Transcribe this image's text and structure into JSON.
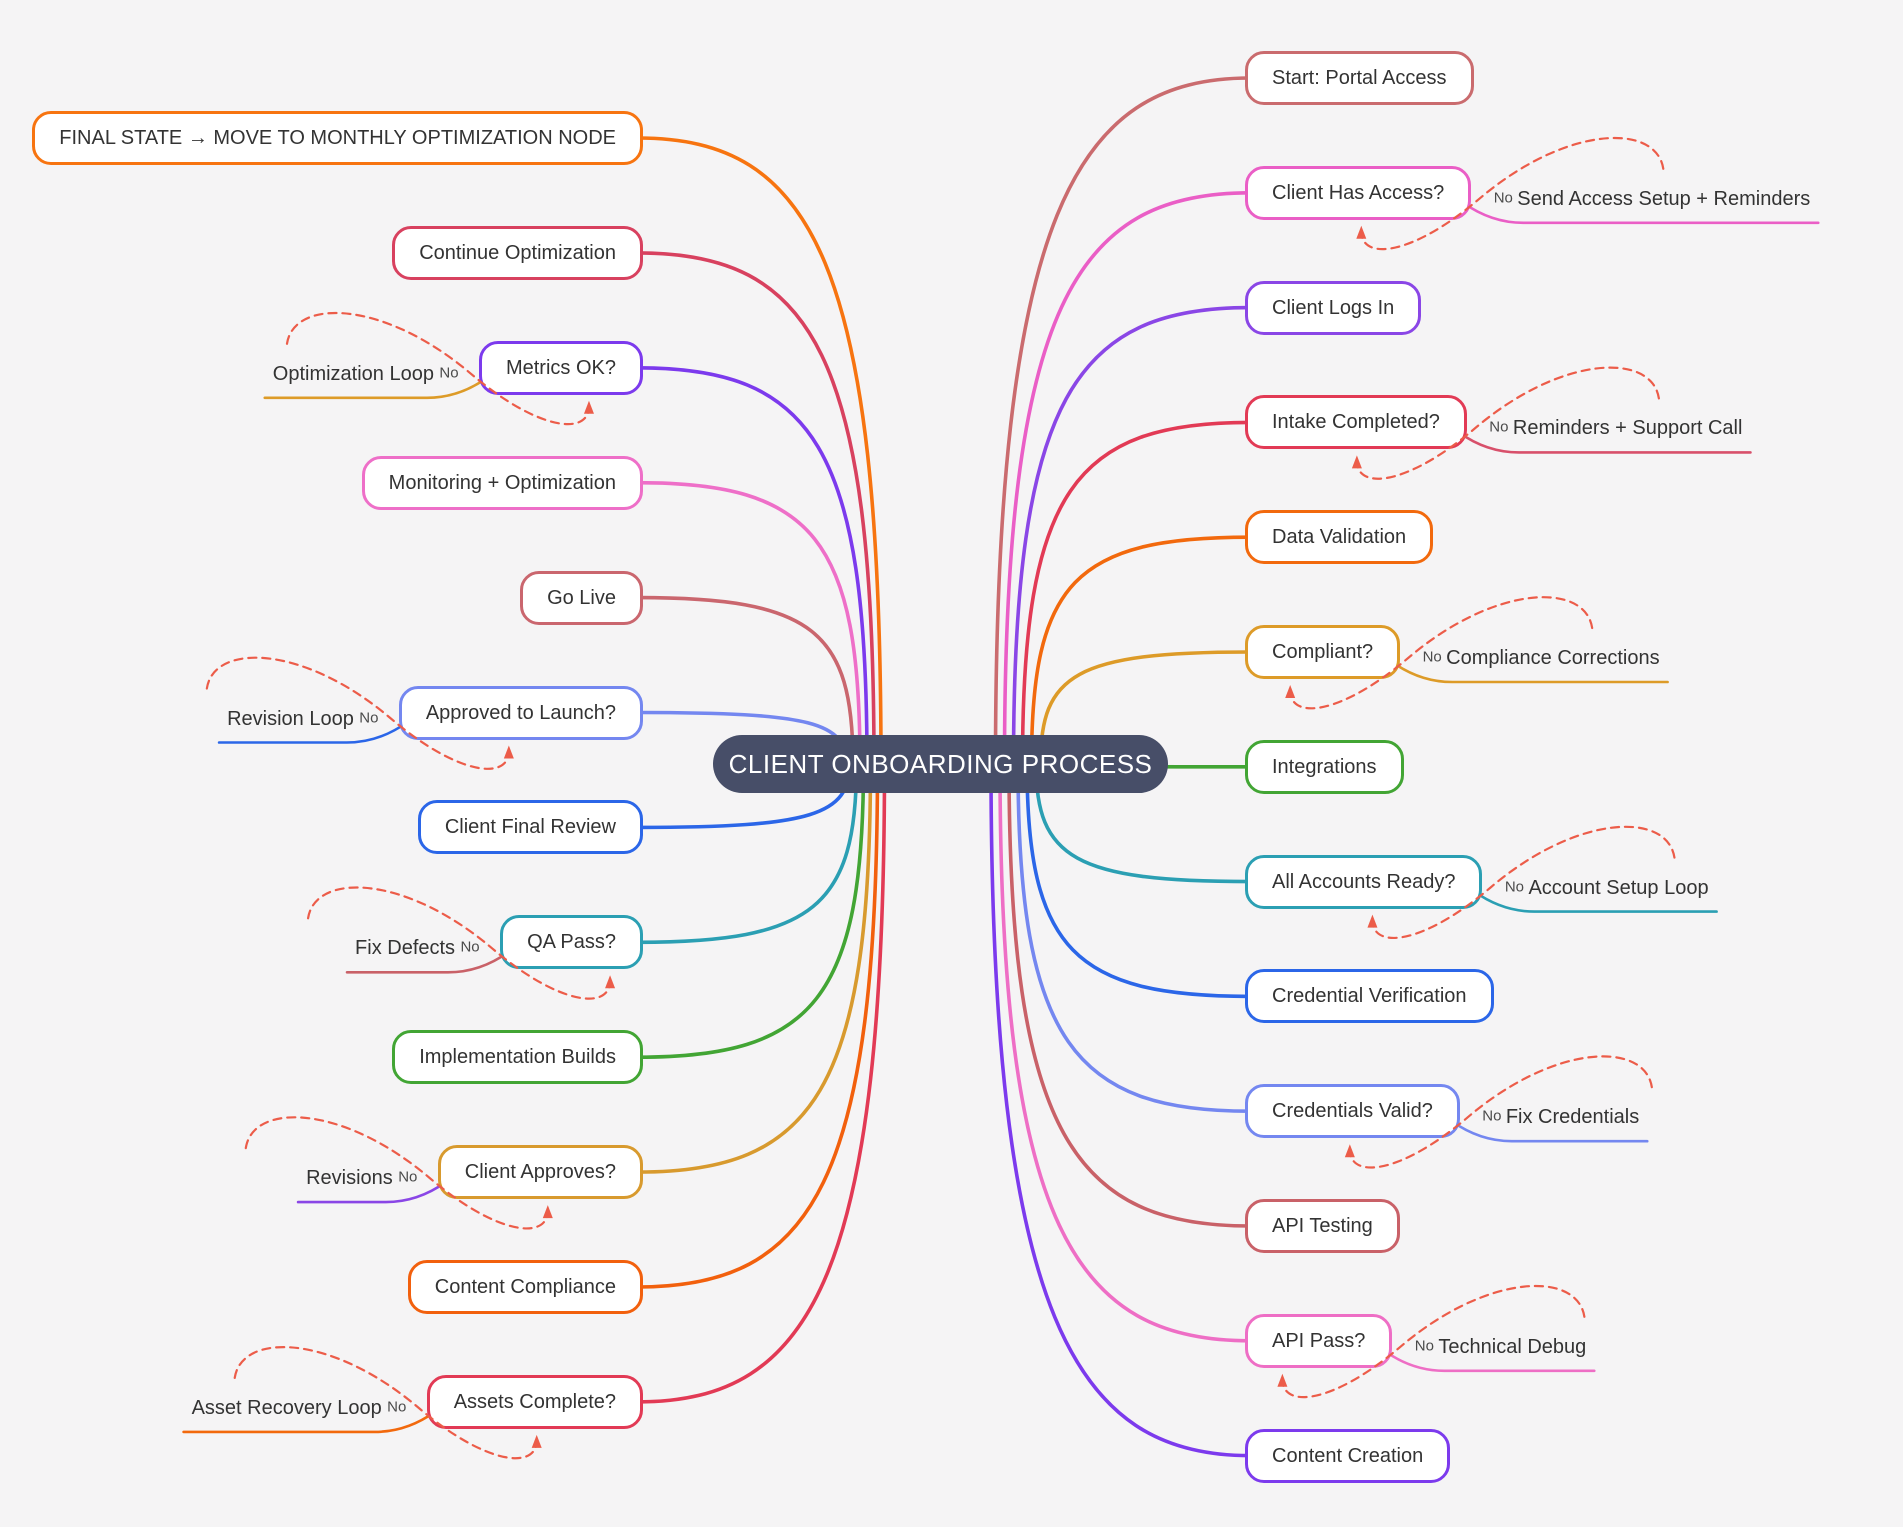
{
  "title": "CLIENT ONBOARDING PROCESS",
  "background": "#f5f4f5",
  "center": {
    "bg": "#474e68",
    "text_color": "#ffffff"
  },
  "no_text": "No",
  "loop_color": "#ec5c49",
  "right_branch": [
    {
      "label": "Start: Portal Access",
      "color": "#ca6b6e"
    },
    {
      "label": "Client Has Access?",
      "color": "#ea5ec6",
      "no_branch": {
        "label": "Send Access Setup + Reminders",
        "color": "#ea5ec6"
      }
    },
    {
      "label": "Client Logs In",
      "color": "#8a46e6"
    },
    {
      "label": "Intake Completed?",
      "color": "#e23a55",
      "no_branch": {
        "label": "Reminders + Support Call",
        "color": "#d8506b"
      }
    },
    {
      "label": "Data Validation",
      "color": "#f2690d"
    },
    {
      "label": "Compliant?",
      "color": "#dd9b28",
      "no_branch": {
        "label": "Compliance Corrections",
        "color": "#dd9b28"
      }
    },
    {
      "label": "Integrations",
      "color": "#42a534"
    },
    {
      "label": "All Accounts Ready?",
      "color": "#2b9fb3",
      "no_branch": {
        "label": "Account Setup Loop",
        "color": "#2b9fb3"
      }
    },
    {
      "label": "Credential Verification",
      "color": "#2b66e8"
    },
    {
      "label": "Credentials Valid?",
      "color": "#7487f0",
      "no_branch": {
        "label": "Fix Credentials",
        "color": "#7487f0"
      }
    },
    {
      "label": "API Testing",
      "color": "#c96168"
    },
    {
      "label": "API Pass?",
      "color": "#ee6ec5",
      "no_branch": {
        "label": "Technical Debug",
        "color": "#ee6ec5"
      }
    },
    {
      "label": "Content Creation",
      "color": "#7c3aed"
    }
  ],
  "left_branch": [
    {
      "label": "FINAL STATE → MOVE TO MONTHLY OPTIMIZATION NODE",
      "color": "#f77410"
    },
    {
      "label": "Continue Optimization",
      "color": "#d8415f"
    },
    {
      "label": "Metrics OK?",
      "color": "#7c3aed",
      "no_branch": {
        "label": "Optimization Loop",
        "color": "#dd9b28"
      }
    },
    {
      "label": "Monitoring + Optimization",
      "color": "#ee6fc8"
    },
    {
      "label": "Go Live",
      "color": "#ca666e"
    },
    {
      "label": "Approved to Launch?",
      "color": "#7487f0",
      "no_branch": {
        "label": "Revision Loop",
        "color": "#2b66e8"
      }
    },
    {
      "label": "Client Final Review",
      "color": "#2b66e8"
    },
    {
      "label": "QA Pass?",
      "color": "#2b9fb3",
      "no_branch": {
        "label": "Fix Defects",
        "color": "#c96168"
      }
    },
    {
      "label": "Implementation Builds",
      "color": "#42a534"
    },
    {
      "label": "Client Approves?",
      "color": "#d89a2e",
      "no_branch": {
        "label": "Revisions",
        "color": "#8a46e6"
      }
    },
    {
      "label": "Content Compliance",
      "color": "#f2600d"
    },
    {
      "label": "Assets Complete?",
      "color": "#e23a55",
      "no_branch": {
        "label": "Asset Recovery Loop",
        "color": "#f2690d"
      }
    }
  ]
}
